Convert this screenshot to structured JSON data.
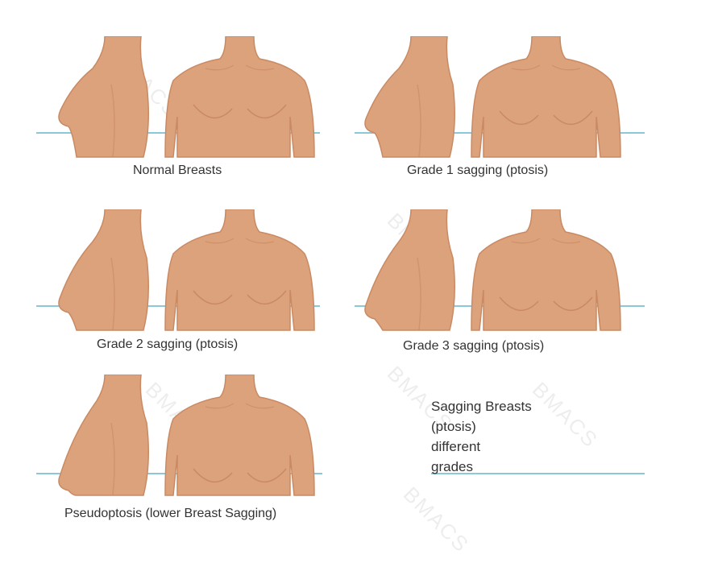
{
  "panels": [
    {
      "caption": "Normal Breasts",
      "sag": 0
    },
    {
      "caption": "Grade 1 sagging (ptosis)",
      "sag": 1
    },
    {
      "caption": "Grade 2 sagging (ptosis)",
      "sag": 2
    },
    {
      "caption": "Grade 3 sagging (ptosis)",
      "sag": 3
    },
    {
      "caption": "Pseudoptosis (lower Breast Sagging)",
      "sag": 4
    }
  ],
  "note": {
    "lines": [
      "Sagging Breasts",
      "(ptosis)",
      "different",
      "grades"
    ]
  },
  "watermark": "BMACS",
  "colors": {
    "skin": "#dca27c",
    "skin_shade": "#c98a63",
    "reference_line": "#8cc8d8",
    "text": "#333333"
  }
}
